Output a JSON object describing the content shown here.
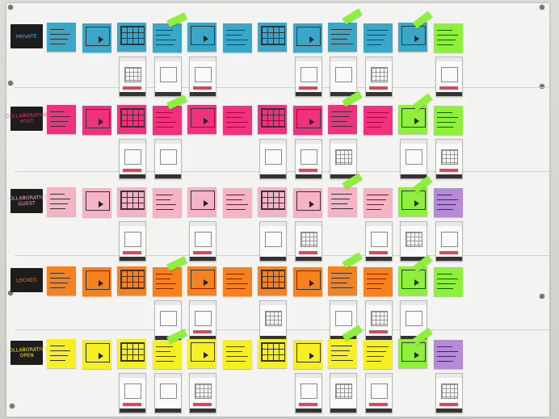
{
  "photo": {
    "subject": "Storyboard wall of sticky notes and phone screen mockups arranged in five rows",
    "rows": [
      {
        "label": "PRIVATE",
        "note_color": "#3aa6c8",
        "label_text_color": "#5bbbe0"
      },
      {
        "label": "COLLABORATIVE HOST",
        "note_color": "#f2317e",
        "label_text_color": "#f2317e"
      },
      {
        "label": "COLLABORATIVE GUEST",
        "note_color": "#f7b3c6",
        "label_text_color": "#f7b3c6"
      },
      {
        "label": "LOCKED",
        "note_color": "#f5821f",
        "label_text_color": "#f5821f"
      },
      {
        "label": "COLLABORATIVE OPEN",
        "note_color": "#f6ef22",
        "label_text_color": "#f6ef22"
      }
    ],
    "accent_green": "#8ff03c",
    "purple": "#b58bd8"
  }
}
